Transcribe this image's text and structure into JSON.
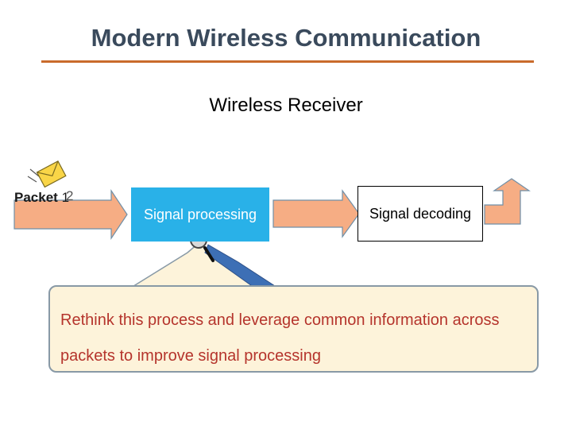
{
  "slide": {
    "title": "Modern Wireless Communication",
    "subtitle": "Wireless Receiver"
  },
  "packet": {
    "label": "Packet",
    "number": "1",
    "ghost_number": "2"
  },
  "blocks": {
    "processing": "Signal processing",
    "decoding": "Signal decoding"
  },
  "callout": {
    "text": "Rethink this process and leverage common information across packets to improve signal processing"
  },
  "icons": [
    "envelope-icon",
    "magnifier-icon",
    "arrow-icon",
    "exit-arrow-icon"
  ],
  "colors": {
    "title": "#3a4a5c",
    "rule": "#c96b2c",
    "arrow_fill": "#f6ad84",
    "arrow_stroke": "#6f8fa8",
    "processing_fill": "#29b1e8",
    "callout_fill": "#fdf3da",
    "callout_text": "#b5342c",
    "pointer_fill": "#3d6fb5"
  }
}
